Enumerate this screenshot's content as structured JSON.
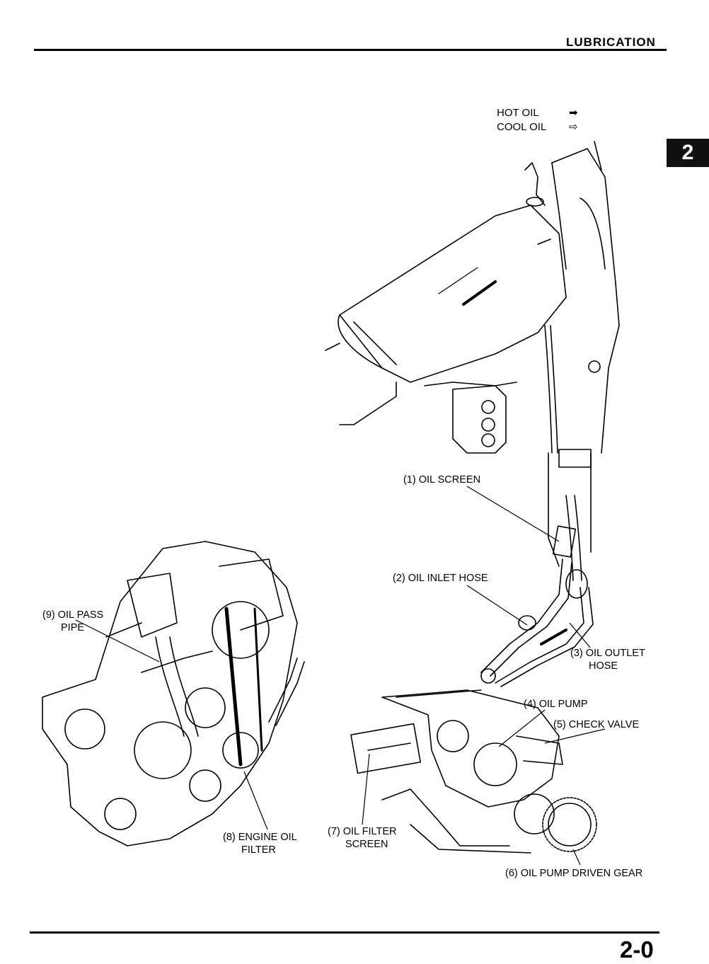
{
  "header": {
    "section_title": "LUBRICATION",
    "chapter_tab": "2"
  },
  "legend": {
    "hot_label": "HOT OIL",
    "hot_arrow": "➡",
    "cool_label": "COOL OIL",
    "cool_arrow": "⇨"
  },
  "callouts": {
    "c1": "(1) OIL SCREEN",
    "c2": "(2) OIL INLET HOSE",
    "c3_line1": "(3) OIL OUTLET",
    "c3_line2": "HOSE",
    "c4": "(4) OIL PUMP",
    "c5": "(5) CHECK VALVE",
    "c6": "(6) OIL PUMP DRIVEN GEAR",
    "c7_line1": "(7) OIL FILTER",
    "c7_line2": "SCREEN",
    "c8_line1": "(8) ENGINE OIL",
    "c8_line2": "FILTER",
    "c9_line1": "(9) OIL PASS",
    "c9_line2": "PIPE"
  },
  "footer": {
    "page_number": "2-0"
  },
  "colors": {
    "ink": "#000000",
    "paper": "#ffffff",
    "tab_bg": "#111111"
  }
}
